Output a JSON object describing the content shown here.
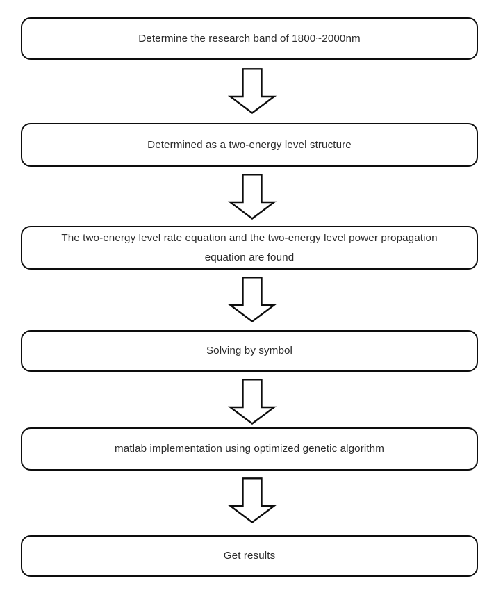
{
  "diagram": {
    "title": "Research methodology flowchart",
    "background_color": "#ffffff",
    "stroke_color": "#0d0d0d",
    "text_color": "#2b2b2b",
    "orientation": "top-to-bottom",
    "node_count": 6,
    "connector_count": 5
  },
  "nodes": [
    {
      "id": "step-1",
      "order": "1",
      "shape": "rounded-rectangle",
      "label": "Determine the research band of 1800~2000nm"
    },
    {
      "id": "step-2",
      "order": "2",
      "shape": "rounded-rectangle",
      "label": "Determined as a two-energy level structure"
    },
    {
      "id": "step-3",
      "order": "3",
      "shape": "rounded-rectangle",
      "label": "The two-energy level rate equation and the two-energy level power propagation\nequation are found"
    },
    {
      "id": "step-4",
      "order": "4",
      "shape": "rounded-rectangle",
      "label": "Solving by symbol"
    },
    {
      "id": "step-5",
      "order": "5",
      "shape": "rounded-rectangle",
      "label": "matlab implementation using optimized genetic algorithm"
    },
    {
      "id": "step-6",
      "order": "6",
      "shape": "rounded-rectangle",
      "label": "Get results"
    }
  ],
  "connectors": [
    {
      "id": "arrow-1",
      "icon": "block-arrow-down-icon",
      "from": "step-1",
      "to": "step-2",
      "direction": "down"
    },
    {
      "id": "arrow-2",
      "icon": "block-arrow-down-icon",
      "from": "step-2",
      "to": "step-3",
      "direction": "down"
    },
    {
      "id": "arrow-3",
      "icon": "block-arrow-down-icon",
      "from": "step-3",
      "to": "step-4",
      "direction": "down"
    },
    {
      "id": "arrow-4",
      "icon": "block-arrow-down-icon",
      "from": "step-4",
      "to": "step-5",
      "direction": "down"
    },
    {
      "id": "arrow-5",
      "icon": "block-arrow-down-icon",
      "from": "step-5",
      "to": "step-6",
      "direction": "down"
    }
  ]
}
